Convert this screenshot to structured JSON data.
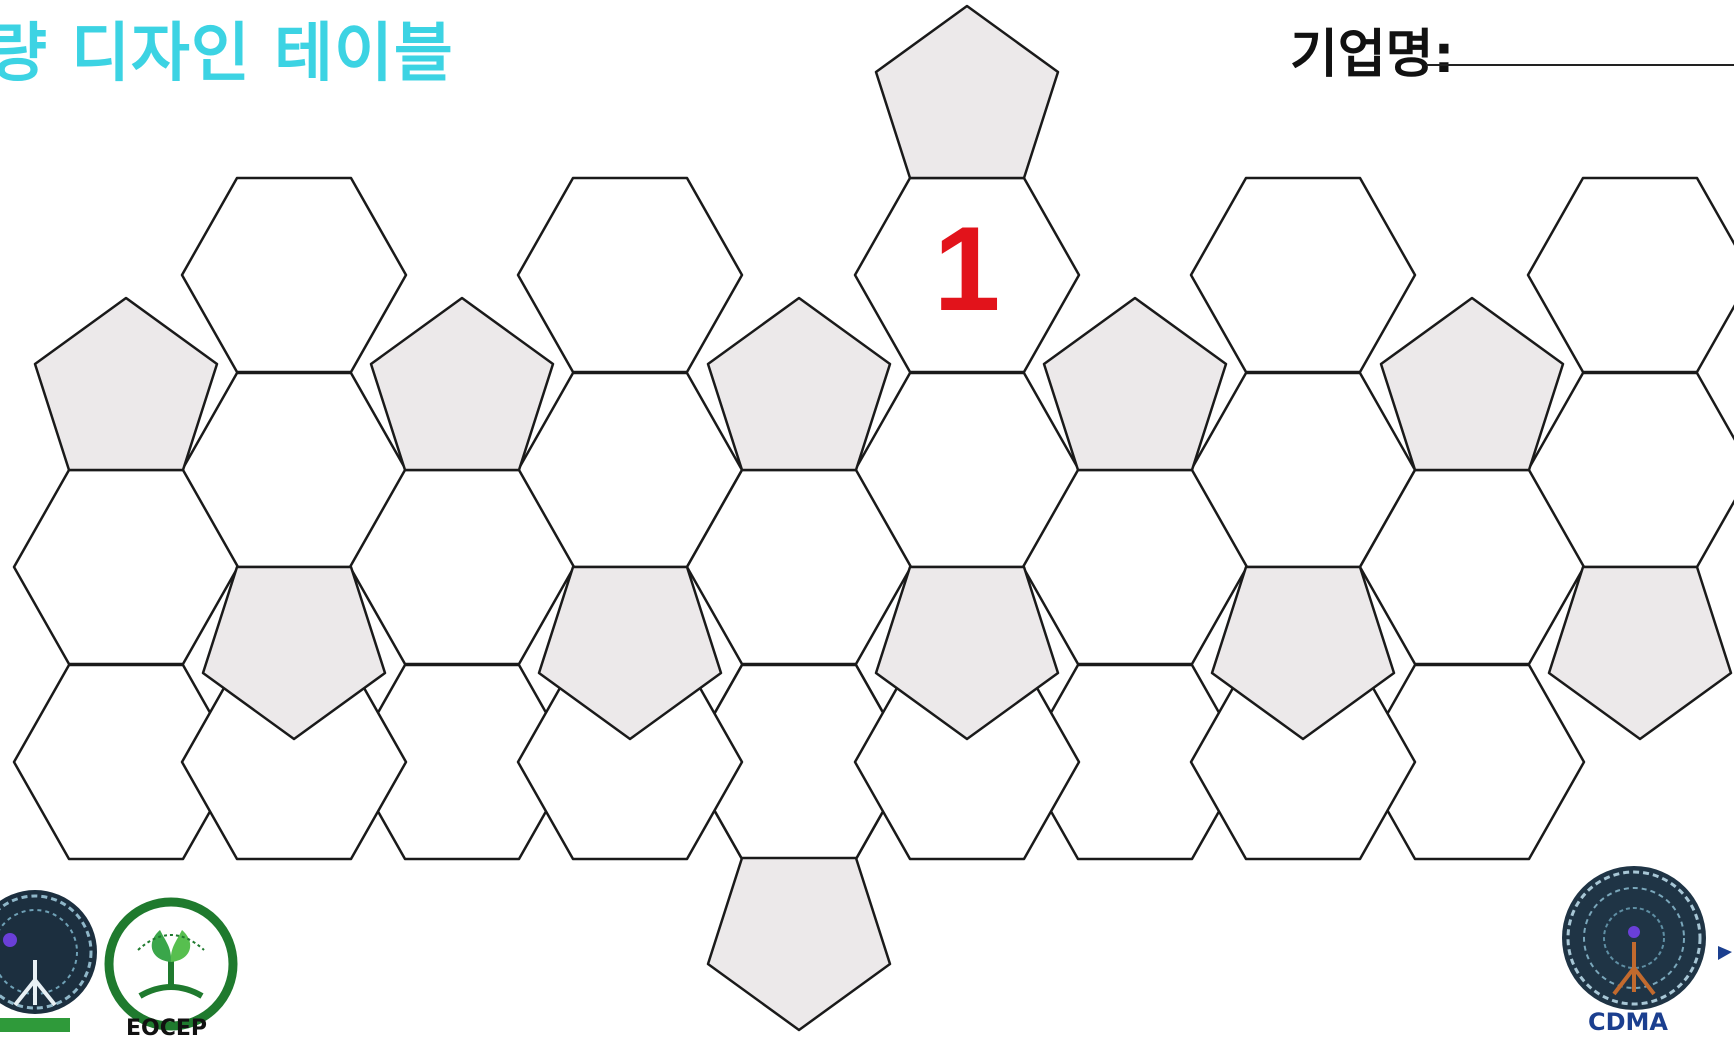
{
  "header": {
    "title": "량 디자인 테이블",
    "company_label": "기업명:",
    "company_value": ""
  },
  "board": {
    "marked_tile_number": "1",
    "accent_color": "#e2131b",
    "pentagon_fill": "#ece9ea",
    "stroke_color": "#1a1a1a"
  },
  "logos": {
    "left_seal": "tree-circle-logo",
    "eocep": {
      "text": "EOCEP",
      "color": "#1f7a2e"
    },
    "cdma": {
      "text": "CDMA",
      "color": "#1b3f8f"
    }
  }
}
